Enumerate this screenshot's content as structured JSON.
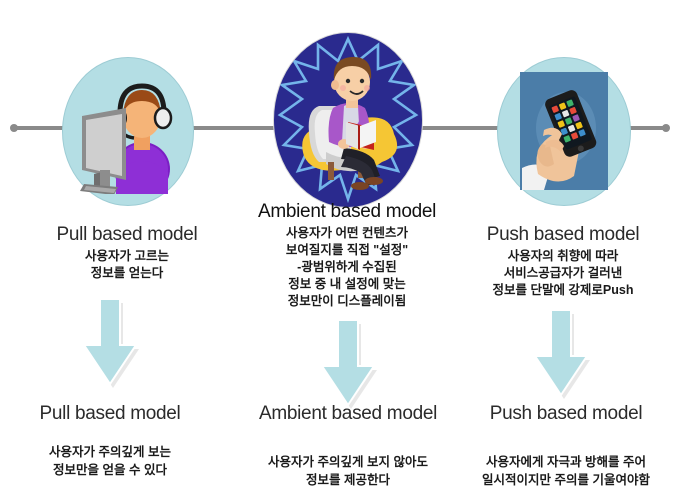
{
  "timeline": {
    "line_color": "#8a8a8a",
    "endpoint_left": "timeline-endpoint-left",
    "endpoint_right": "timeline-endpoint-right"
  },
  "palette": {
    "oval_light": "#b4dee4",
    "oval_dark": "#2a2a8e",
    "starburst": "#7fb8e8",
    "arrow_fill": "#b4dee4",
    "text_dark": "#1a1a1a",
    "title_gray": "#2b2b2b"
  },
  "columns": [
    {
      "id": "pull",
      "icon": "headset-agent-at-monitor-icon",
      "title": "Pull based model",
      "description": "사용자가 고르는\n정보를 얻는다",
      "arrow": "down-arrow-icon",
      "bottom_title": "Pull based model",
      "bottom_description": "사용자가 주의깊게 보는\n정보만을 얻을 수 있다"
    },
    {
      "id": "ambient",
      "icon": "person-reading-book-in-chair-icon",
      "title": "Ambient based model",
      "description": "사용자가 어떤 컨텐츠가\n보여질지를 직접 \"설정\"\n-광범위하게 수집된\n정보 중 내 설정에 맞는\n정보만이  디스플레이됨",
      "arrow": "down-arrow-icon",
      "bottom_title": "Ambient based model",
      "bottom_description": "사용자가 주의깊게 보지 않아도\n정보를 제공한다"
    },
    {
      "id": "push",
      "icon": "hand-holding-smartphone-icon",
      "title": "Push based model",
      "description": "사용자의 취향에 따라\n서비스공급자가 걸러낸\n정보를 단말에 강제로Push",
      "arrow": "down-arrow-icon",
      "bottom_title": "Push based model",
      "bottom_description": "사용자에게 자극과 방해를 주어\n일시적이지만 주의를 기울여야함"
    }
  ]
}
